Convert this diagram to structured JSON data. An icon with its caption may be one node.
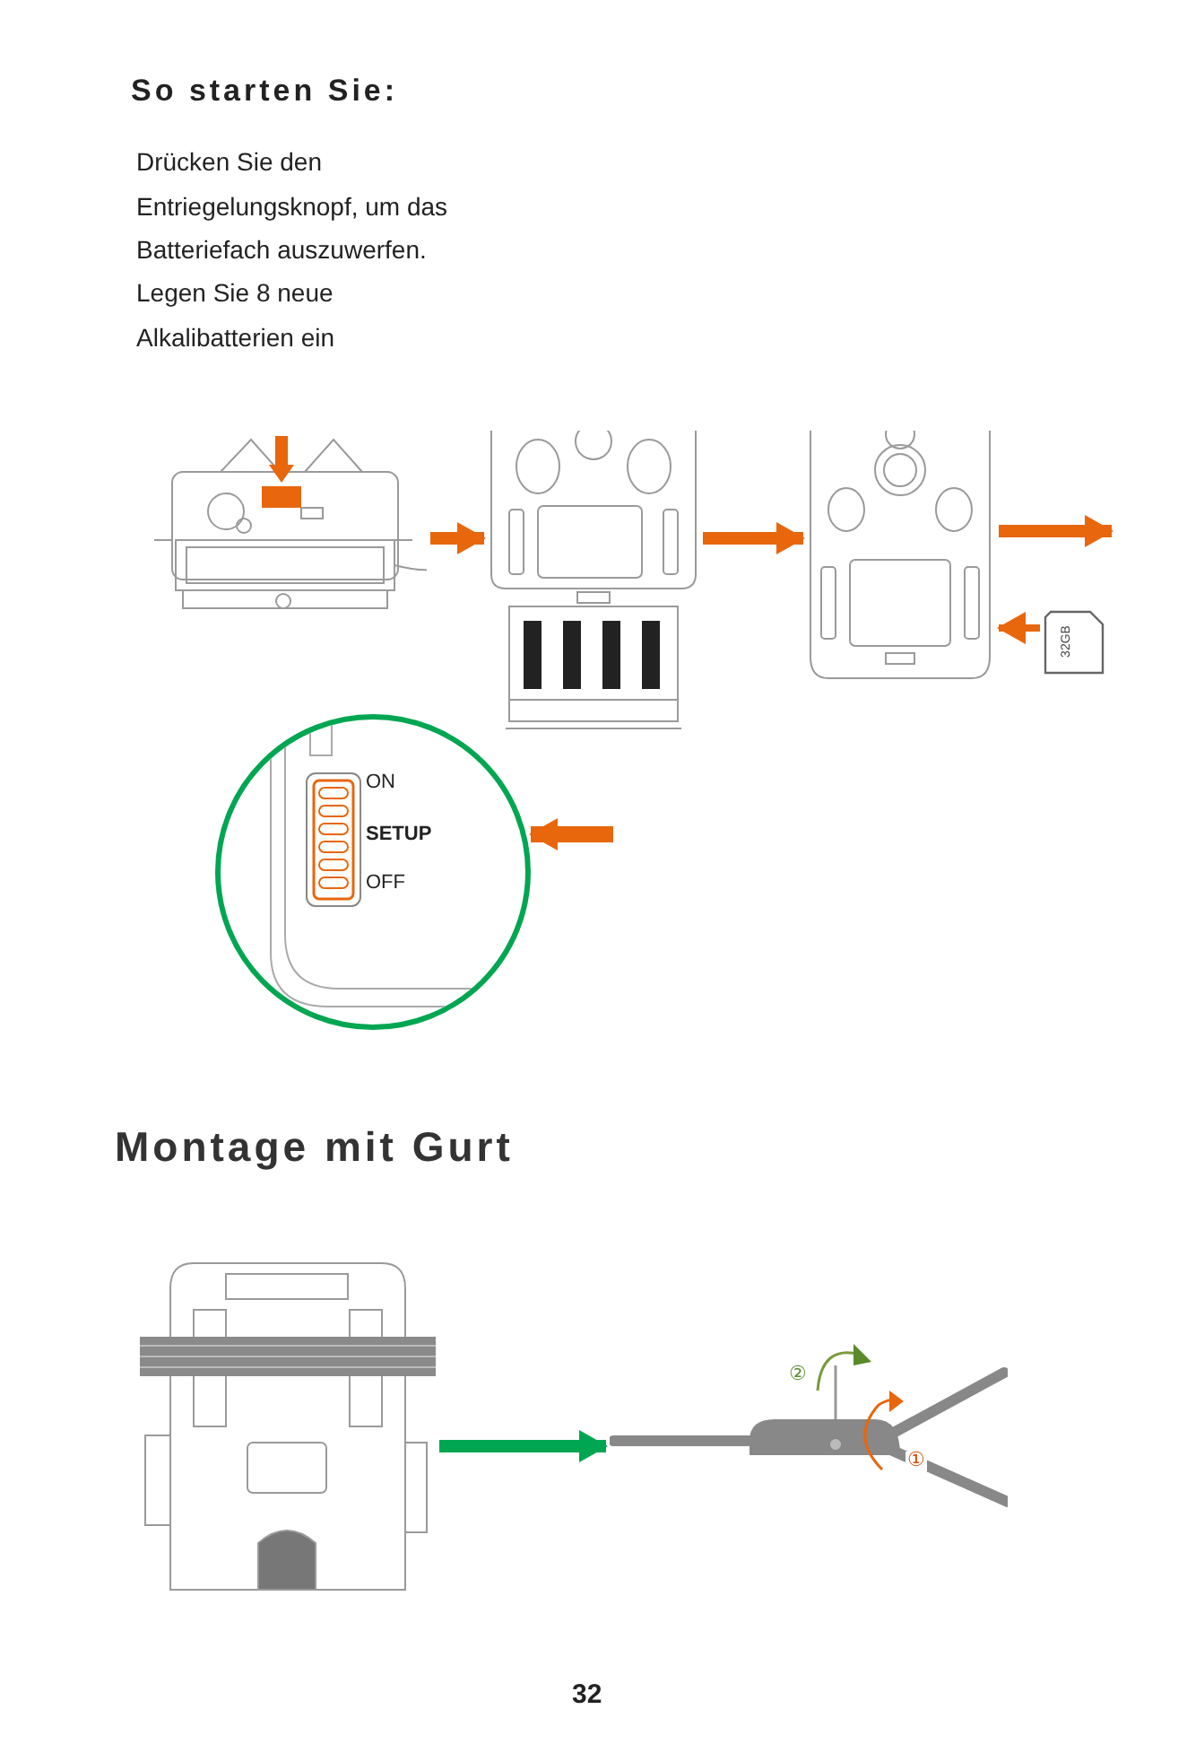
{
  "diagram": {
    "title": "So starten Sie:",
    "nodes": [
      {
        "text": [],
        "shape": "picture"
      },
      {
        "text": [],
        "shape": "picture"
      },
      {
        "text": [],
        "shape": "picture"
      },
      {
        "text": [
          "32GB"
        ]
      },
      {
        "text": [
          "ON",
          "SETUP",
          "OFF"
        ]
      },
      {
        "text": [],
        "shape": "picture"
      },
      {
        "text": [
          "②",
          "①"
        ]
      }
    ],
    "edges": [
      {
        "from": 0,
        "to": 1,
        "arrow": "to"
      },
      {
        "from": 1,
        "to": 2,
        "arrow": "to"
      },
      {
        "from": 2,
        "to": null,
        "arrow": "to"
      },
      {
        "from": 3,
        "to": 2,
        "arrow": "to"
      },
      {
        "from": null,
        "to": 4,
        "arrow": "to"
      },
      {
        "from": 5,
        "to": 6,
        "arrow": "to",
        "color": "#00a651"
      }
    ],
    "labels": [
      "Drücken Sie den Entriegelungsknopf, um das Batteriefach auszuwerfen.",
      "Legen Sie 8 neue Alkalibatterien ein",
      "Montage mit Gurt",
      "32"
    ]
  }
}
